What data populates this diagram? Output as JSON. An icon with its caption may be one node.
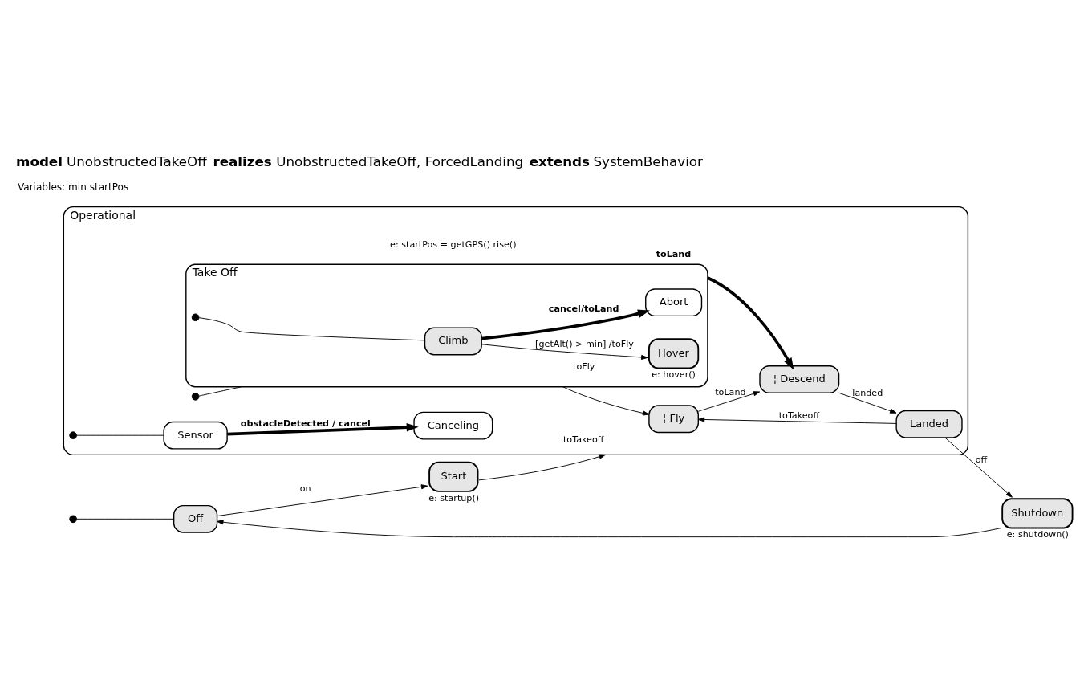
{
  "diagram": {
    "title": "**model** UnobstructedTakeOff **realizes** UnobstructedTakeOff, ForcedLanding **extends** SystemBehavior",
    "nodes": [
      {
        "text": [
          "Off"
        ]
      },
      {
        "text": [
          "Start"
        ],
        "beside": [
          "e: startup()"
        ]
      },
      {
        "text": [
          "Shutdown"
        ],
        "beside": [
          "e: shutdown()"
        ]
      },
      {
        "text": [
          "Operational"
        ]
      },
      {
        "text": [
          "Take Off"
        ],
        "in": 3,
        "beside": [
          "e: startPos = getGPS() rise()"
        ]
      },
      {
        "text": [
          "Climb"
        ],
        "in": 4
      },
      {
        "text": [
          "Hover"
        ],
        "in": 4,
        "beside": [
          "e: hover()"
        ]
      },
      {
        "text": [
          "Abort"
        ],
        "in": 4
      },
      {
        "text": [
          "¦ Fly"
        ],
        "in": 3
      },
      {
        "text": [
          "¦ Descend"
        ],
        "in": 3
      },
      {
        "text": [
          "Landed"
        ],
        "in": 3
      },
      {
        "text": [
          "Sensor"
        ],
        "in": 3
      },
      {
        "text": [
          "Canceling"
        ],
        "in": 3
      },
      {
        "text": [],
        "shape": "circle"
      },
      {
        "text": [],
        "shape": "circle",
        "in": 3
      },
      {
        "text": [],
        "shape": "circle",
        "in": 4
      },
      {
        "text": [],
        "shape": "circle",
        "in": 3
      }
    ],
    "edges": [
      {
        "from": 13,
        "to": 0,
        "arrow": "none"
      },
      {
        "from": 0,
        "to": 1,
        "arrow": "to",
        "label": "on"
      },
      {
        "from": 1,
        "to": 3,
        "arrow": "to",
        "label": "toTakeoff"
      },
      {
        "from": 2,
        "to": 0,
        "arrow": "to"
      },
      {
        "from": 10,
        "to": 2,
        "arrow": "to",
        "label": "off"
      },
      {
        "from": 10,
        "to": 3,
        "arrow": "to",
        "label": "toTakeoff"
      },
      {
        "from": 14,
        "to": 4,
        "arrow": "none"
      },
      {
        "from": 15,
        "to": 5,
        "arrow": "none"
      },
      {
        "from": 5,
        "to": 6,
        "arrow": "to",
        "label": "[getAlt() > min] /toFly"
      },
      {
        "from": 5,
        "to": 7,
        "arrow": "to",
        "label": "cancel/toLand",
        "style": "thick"
      },
      {
        "from": 4,
        "to": 8,
        "arrow": "to",
        "label": "toFly"
      },
      {
        "from": 8,
        "to": 9,
        "arrow": "to",
        "label": "toLand"
      },
      {
        "from": 4,
        "to": 9,
        "arrow": "to",
        "label": "toLand",
        "style": "thick"
      },
      {
        "from": 9,
        "to": 10,
        "arrow": "to",
        "label": "landed"
      },
      {
        "from": 16,
        "to": 11,
        "arrow": "none"
      },
      {
        "from": 11,
        "to": 12,
        "arrow": "to",
        "label": "obstacleDetected / cancel",
        "style": "thick"
      }
    ],
    "labels": [
      "Variables: min startPos"
    ]
  }
}
